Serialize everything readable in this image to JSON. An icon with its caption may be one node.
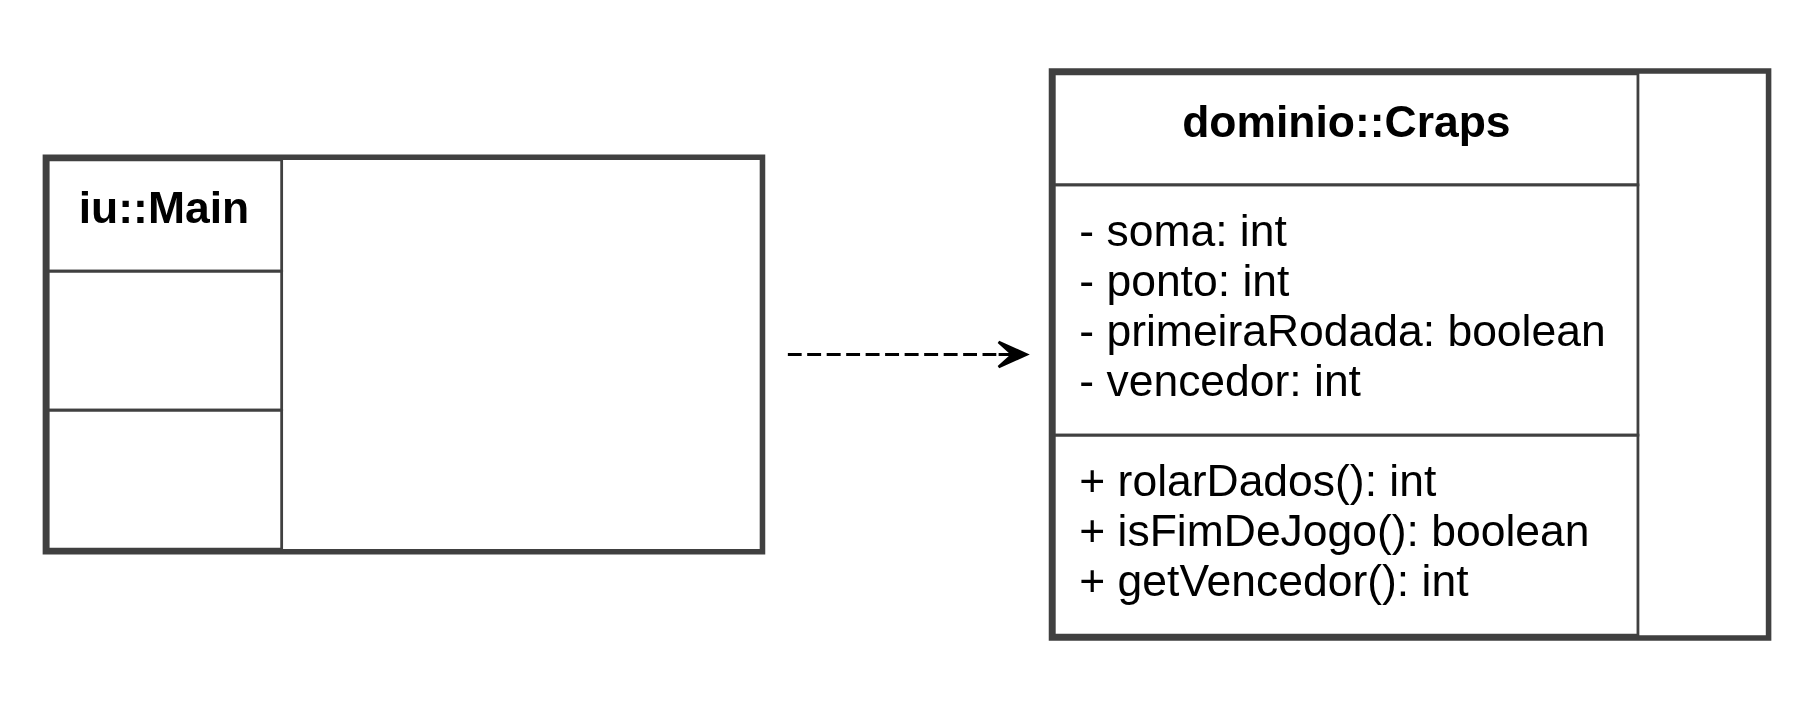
{
  "diagram": {
    "nodes": [
      {
        "text": [
          "iu::Main"
        ]
      },
      {
        "text": [
          "dominio::Craps",
          "- soma: int",
          "- ponto: int",
          "- primeiraRodada: boolean",
          "- vencedor: int",
          "+ rolarDados(): int",
          "+ isFimDeJogo(): boolean",
          "+ getVencedor(): int"
        ]
      }
    ],
    "edges": [
      {
        "from": 0,
        "to": 1,
        "arrow": "to",
        "style": "dashed"
      }
    ]
  }
}
